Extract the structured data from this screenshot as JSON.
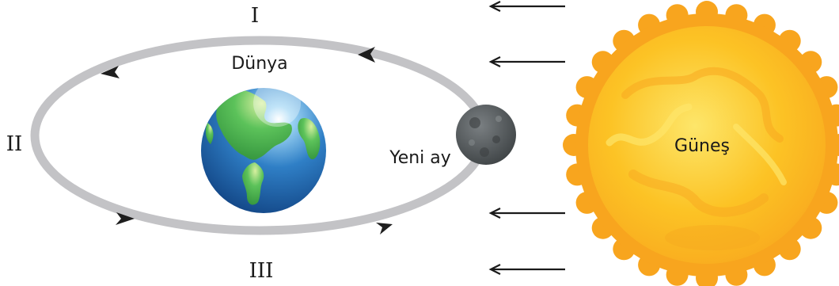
{
  "labels": {
    "position_1": "I",
    "position_2": "II",
    "position_3": "III",
    "earth": "Dünya",
    "moon": "Yeni ay",
    "sun": "Güneş"
  },
  "colors": {
    "orbit": "#c3c3c6",
    "orbit_arrow": "#1e1e1e",
    "sun_outer": "#f8a51e",
    "sun_inner": "#fcc325",
    "sun_highlight": "#fde66a",
    "moon": "#555a5c",
    "earth_ocean": "#1b5ea8",
    "earth_land": "#3fae49",
    "sunlight_arrows": "#1a1a1a"
  },
  "sunlight": {
    "arrow_count": 4,
    "direction": "left"
  },
  "orbit": {
    "direction": "counterclockwise",
    "arrow_count": 4
  }
}
